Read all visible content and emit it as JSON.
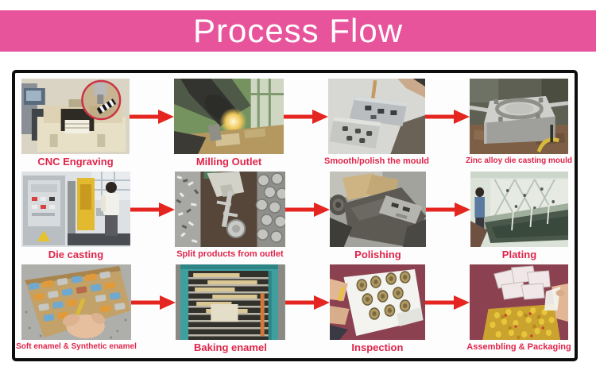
{
  "banner": {
    "title": "Process Flow"
  },
  "colors": {
    "banner_bg": "#e8549c",
    "caption": "#e0244a",
    "arrow": "#e52620",
    "border": "#0d0d0d",
    "background": "#ffffff"
  },
  "steps": [
    {
      "label": "CNC Engraving",
      "photo": "cnc-engraving-machine-photo"
    },
    {
      "label": "Milling Outlet",
      "photo": "milling-outlet-photo"
    },
    {
      "label": "Smooth/polish the mould",
      "photo": "mould-polishing-photo"
    },
    {
      "label": "Zinc alloy die casting mould",
      "photo": "zinc-alloy-mould-photo"
    },
    {
      "label": "Die casting",
      "photo": "die-casting-machine-photo"
    },
    {
      "label": "Split products from outlet",
      "photo": "split-products-photo"
    },
    {
      "label": "Polishing",
      "photo": "polishing-machine-photo"
    },
    {
      "label": "Plating",
      "photo": "plating-line-photo"
    },
    {
      "label": "Soft enamel & Synthetic enamel",
      "photo": "enamel-filling-photo"
    },
    {
      "label": "Baking enamel",
      "photo": "baking-oven-photo"
    },
    {
      "label": "Inspection",
      "photo": "inspection-photo"
    },
    {
      "label": "Assembling & Packaging",
      "photo": "assembling-packaging-photo"
    }
  ]
}
